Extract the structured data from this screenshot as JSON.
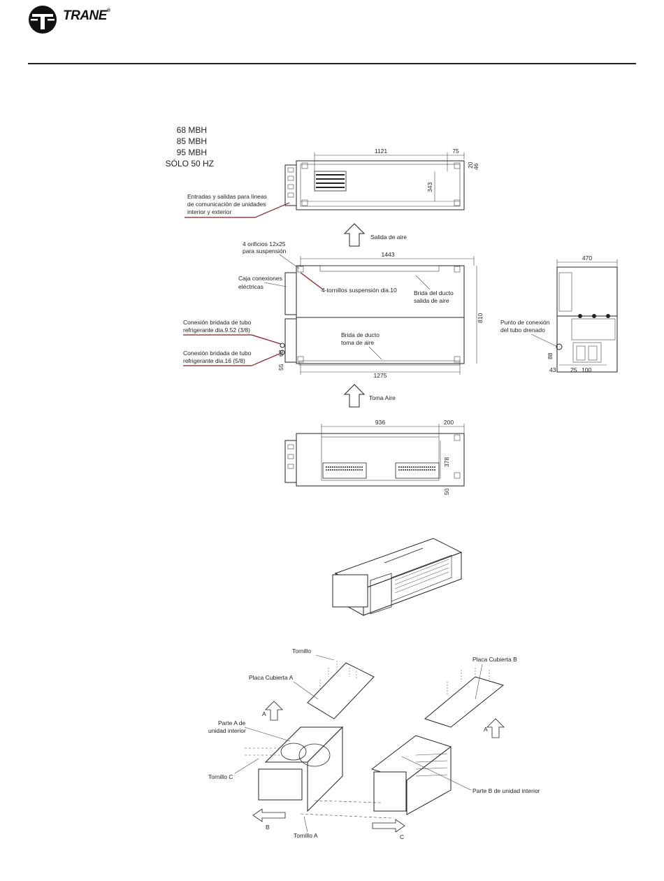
{
  "header": {
    "brand": "TRANE",
    "reg": "®"
  },
  "models": {
    "m1": "68 MBH",
    "m2": "85 MBH",
    "m3": "95 MBH",
    "hz": "SÓLO 50 HZ"
  },
  "top_view": {
    "dims": {
      "d1121": "1121",
      "d75": "75",
      "d343": "343",
      "d20": "20",
      "d46": "46"
    },
    "label_entradas": [
      "Entradas y salidas para líneas",
      "de comunicación de unidades",
      "interior y exterior"
    ]
  },
  "airflow": {
    "salida": "Salida de aire",
    "toma": "Toma Aire"
  },
  "main_view": {
    "orificios": [
      "4 orificios 12x25",
      "para suspensión"
    ],
    "caja": [
      "Caja conexiones",
      "eléctricas"
    ],
    "tornillos": "4-tornillos suspensión dia.10",
    "brida_salida": [
      "Brida del ducto",
      "salida de aire"
    ],
    "brida_toma": [
      "Brida de ducto",
      "toma de aire"
    ],
    "con_952": [
      "Conexión bridada de tubo",
      "refrigerante dia.9.52 (3/8)"
    ],
    "con_16": [
      "Conexión bridada de tubo",
      "refrigerante dia.16 (5/8)"
    ],
    "dims": {
      "d1443": "1443",
      "d810": "810",
      "d1275": "1275",
      "d55": "55",
      "d68": "68"
    }
  },
  "side_view": {
    "dims": {
      "d470": "470",
      "d43": "43",
      "d25": "25",
      "d100": "100",
      "d88": "88"
    },
    "punto": [
      "Punto de conexión",
      "del tubo drenado"
    ]
  },
  "bottom_view": {
    "dims": {
      "d936": "936",
      "d200": "200",
      "d378": "378",
      "d50": "50"
    }
  },
  "exploded": {
    "tornillo": "Tornillo",
    "placa_a": "Placa Cubierta A",
    "placa_b": "Placa Cubierta B",
    "parte_a": [
      "Parte A de",
      "unidad interior"
    ],
    "parte_b": "Parte B de unidad interior",
    "tornillo_c": "Tornillo C",
    "tornillo_a": "Tornillo A",
    "arrow_a1": "A",
    "arrow_a2": "A",
    "arrow_b": "B",
    "arrow_c": "C"
  }
}
